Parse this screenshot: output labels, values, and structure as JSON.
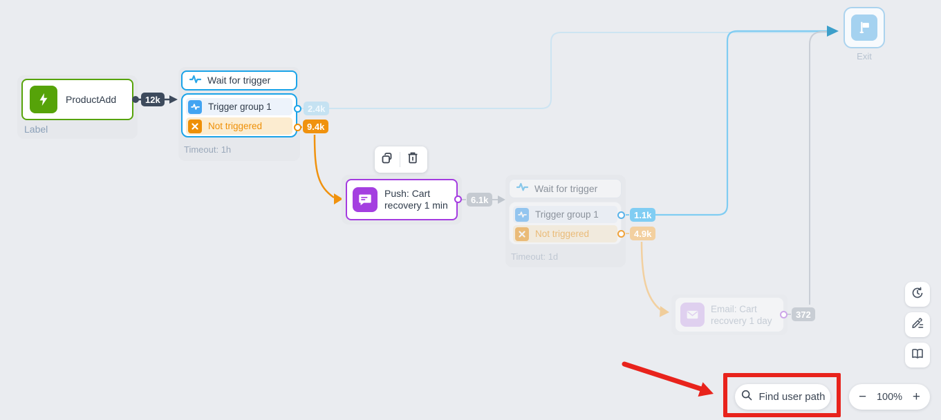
{
  "nodes": {
    "product_add": {
      "title": "ProductAdd",
      "label": "Label"
    },
    "wait_trigger_1": {
      "header": "Wait for trigger",
      "rows": [
        {
          "label": "Trigger group 1"
        },
        {
          "label": "Not triggered"
        }
      ],
      "timeout": "Timeout: 1h"
    },
    "push": {
      "title": "Push: Cart recovery 1 min"
    },
    "wait_trigger_2": {
      "header": "Wait for trigger",
      "rows": [
        {
          "label": "Trigger group 1"
        },
        {
          "label": "Not triggered"
        }
      ],
      "timeout": "Timeout: 1d"
    },
    "email": {
      "title": "Email: Cart recovery 1 day"
    },
    "exit": {
      "label": "Exit"
    }
  },
  "edges": {
    "product_to_wait1": "12k",
    "wait1_triggered": "2.4k",
    "wait1_not_triggered": "9.4k",
    "push_out": "6.1k",
    "wait2_triggered": "1.1k",
    "wait2_not_triggered": "4.9k",
    "email_out": "372"
  },
  "controls": {
    "find_user_path_label": "Find user path",
    "zoom_out": "−",
    "zoom_level": "100%",
    "zoom_in": "+"
  },
  "side_toolbar": {
    "icons": [
      "history",
      "notes",
      "docs"
    ]
  },
  "node_toolbar": {
    "icons": [
      "copy",
      "delete"
    ]
  },
  "colors": {
    "accent_blue": "#1aa3e8",
    "accent_orange": "#ee8f06",
    "accent_green": "#56a309",
    "accent_purple": "#a43be0",
    "dark_badge": "#3d4a5c",
    "annotation_red": "#e8231c",
    "exit_blue": "#a5d2f0"
  }
}
